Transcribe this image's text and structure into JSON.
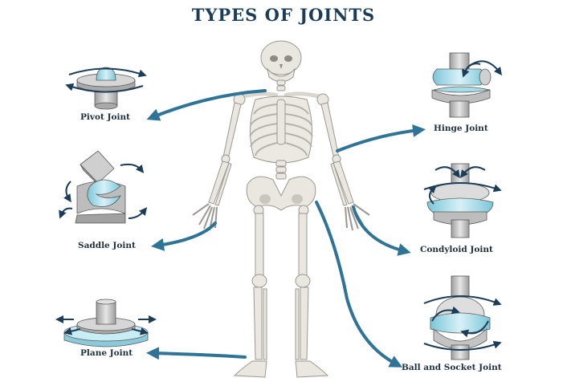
{
  "title": "TYPES OF JOINTS",
  "joints": {
    "pivot": "Pivot Joint",
    "saddle": "Saddle Joint",
    "plane": "Plane Joint",
    "hinge": "Hinge Joint",
    "condyloid": "Condyloid Joint",
    "ball_and_socket": "Ball and Socket Joint"
  },
  "colors": {
    "title": "#1b3d57",
    "arrow": "#2f7396",
    "bone": "#e9e7e0",
    "bone_outline": "#9a9890",
    "cartilage": "#a6dce8",
    "metal": "#c8c8c8"
  }
}
